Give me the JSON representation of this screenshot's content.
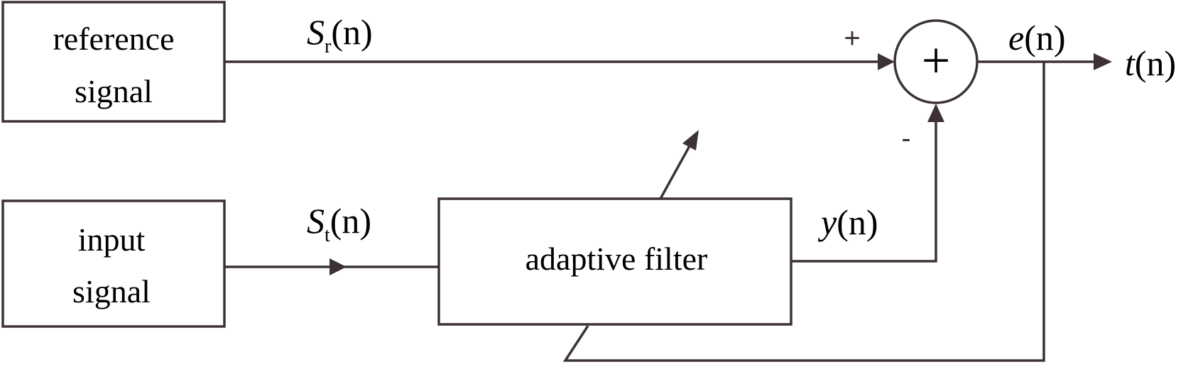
{
  "blocks": {
    "reference": {
      "line1": "reference",
      "line2": "signal"
    },
    "input": {
      "line1": "input",
      "line2": "signal"
    },
    "filter": {
      "label": "adaptive filter"
    }
  },
  "signals": {
    "sr": {
      "base": "S",
      "sub": "r",
      "arg": "(n)"
    },
    "st": {
      "base": "S",
      "sub": "t",
      "arg": "(n)"
    },
    "y": {
      "base": "y",
      "arg": "(n)"
    },
    "e": {
      "base": "e",
      "arg": "(n)"
    },
    "t": {
      "base": "t",
      "arg": "(n)"
    }
  },
  "summing_junction": {
    "symbol": "+",
    "plus_sign": "+",
    "minus_sign": "-"
  },
  "colors": {
    "line": "#3d3233",
    "text": "#000000",
    "background": "#ffffff"
  }
}
